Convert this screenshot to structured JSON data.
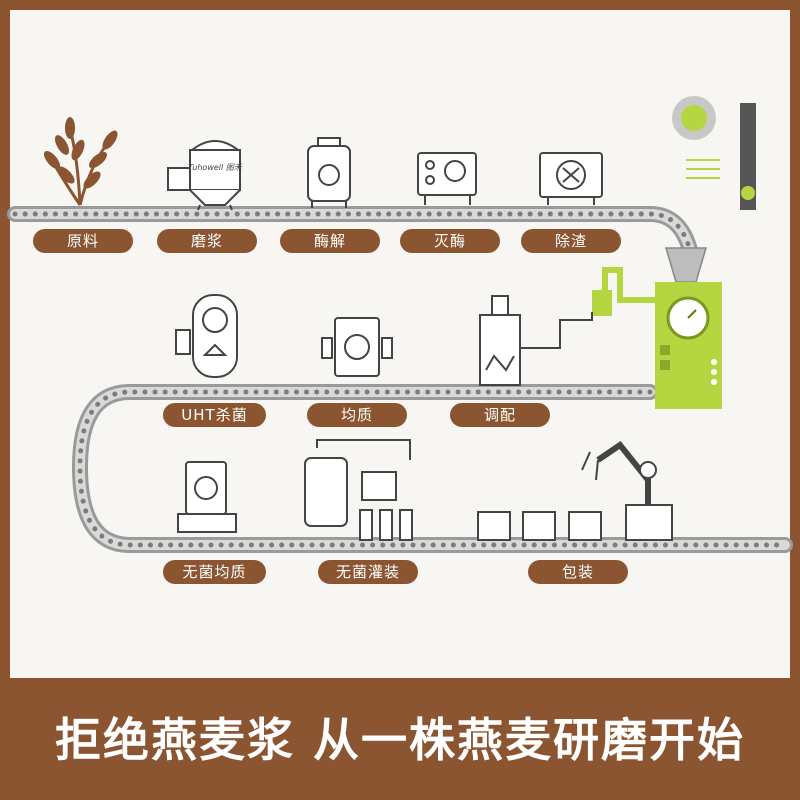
{
  "steps_row1": [
    "原料",
    "磨浆",
    "酶解",
    "灭酶",
    "除渣"
  ],
  "steps_row2": [
    "UHT杀菌",
    "均质",
    "调配"
  ],
  "steps_row3": [
    "无菌均质",
    "无菌灌装",
    "包装"
  ],
  "brand_mark": "Tuhowell 图禾",
  "tagline": "拒绝燕麦浆  从一株燕麦研磨开始",
  "colors": {
    "brand_brown": "#8a5530",
    "belt_gray": "#8f8f8f",
    "machine_green": "#b5d640",
    "panel_bg": "#f7f6f2"
  }
}
